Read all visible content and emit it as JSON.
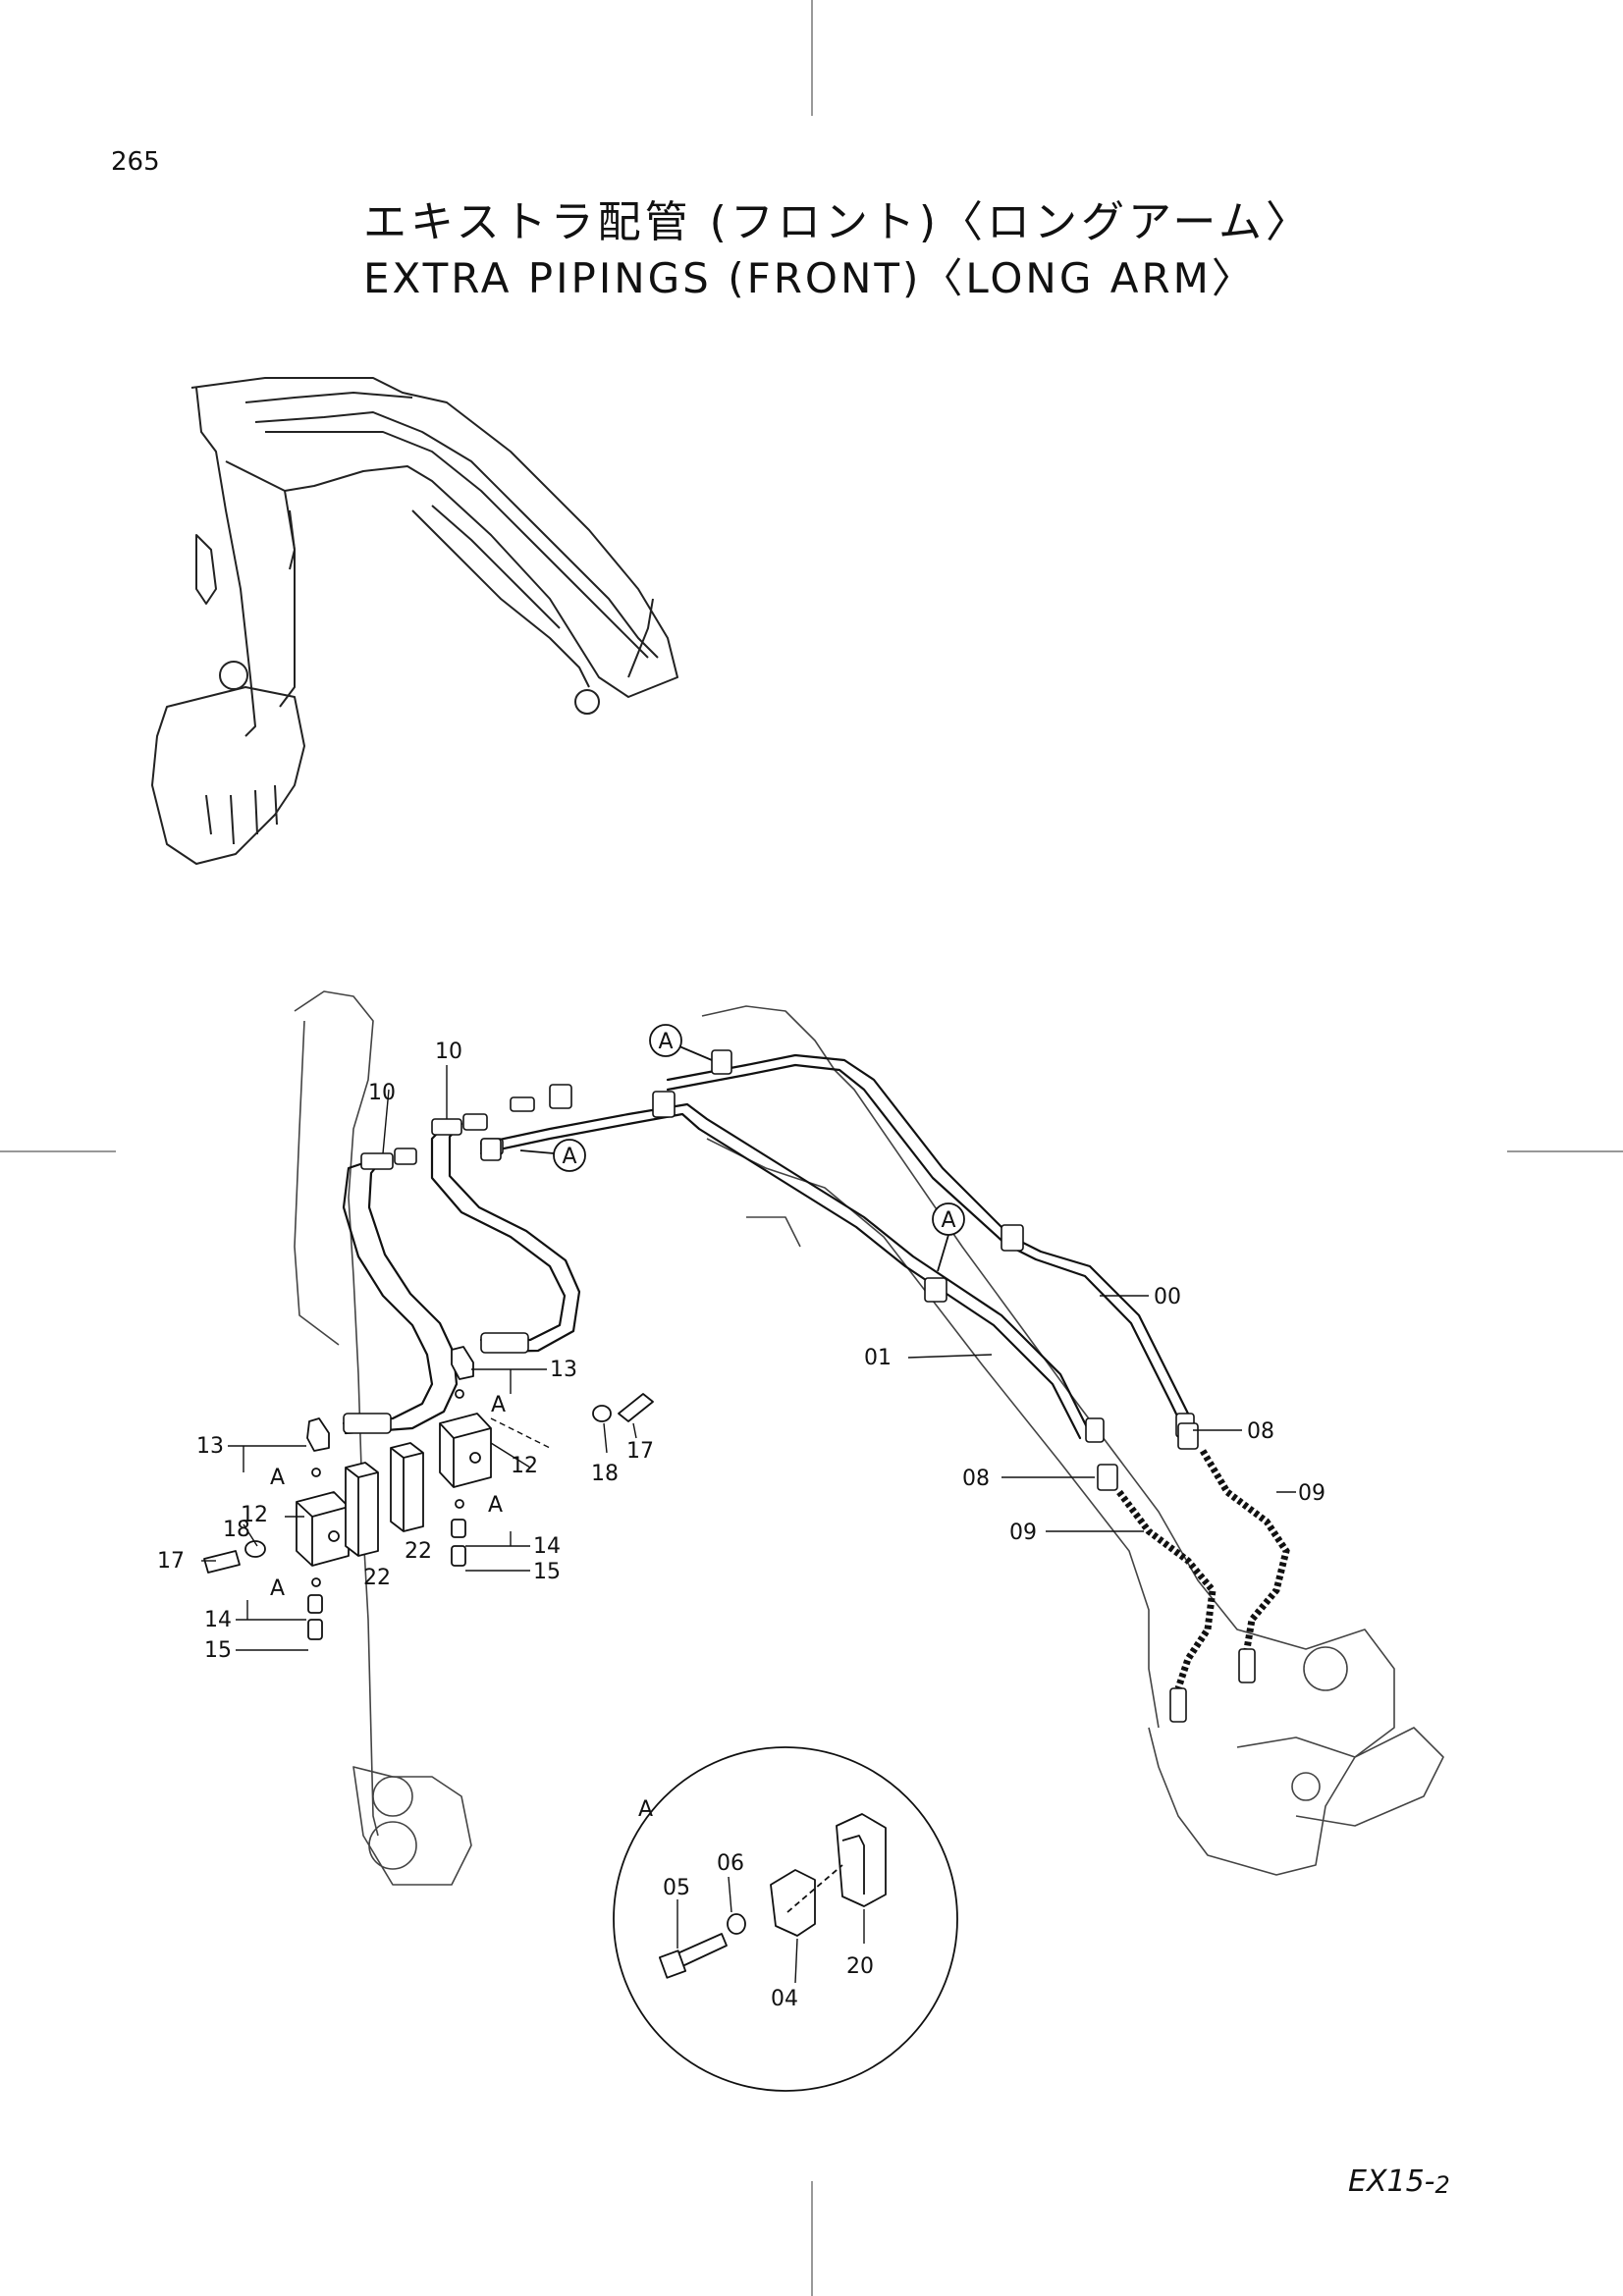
{
  "page_number": "265",
  "title_ja": "エキストラ配管 (フロント)〈ロングアーム〉",
  "title_en": "EXTRA PIPINGS (FRONT)〈LONG ARM〉",
  "document_code": "EX15-",
  "document_code_suffix": "2",
  "detail_label": "A",
  "part_labels": [
    "00",
    "01",
    "04",
    "05",
    "06",
    "08",
    "09",
    "10",
    "12",
    "13",
    "14",
    "15",
    "17",
    "18",
    "20",
    "22"
  ]
}
